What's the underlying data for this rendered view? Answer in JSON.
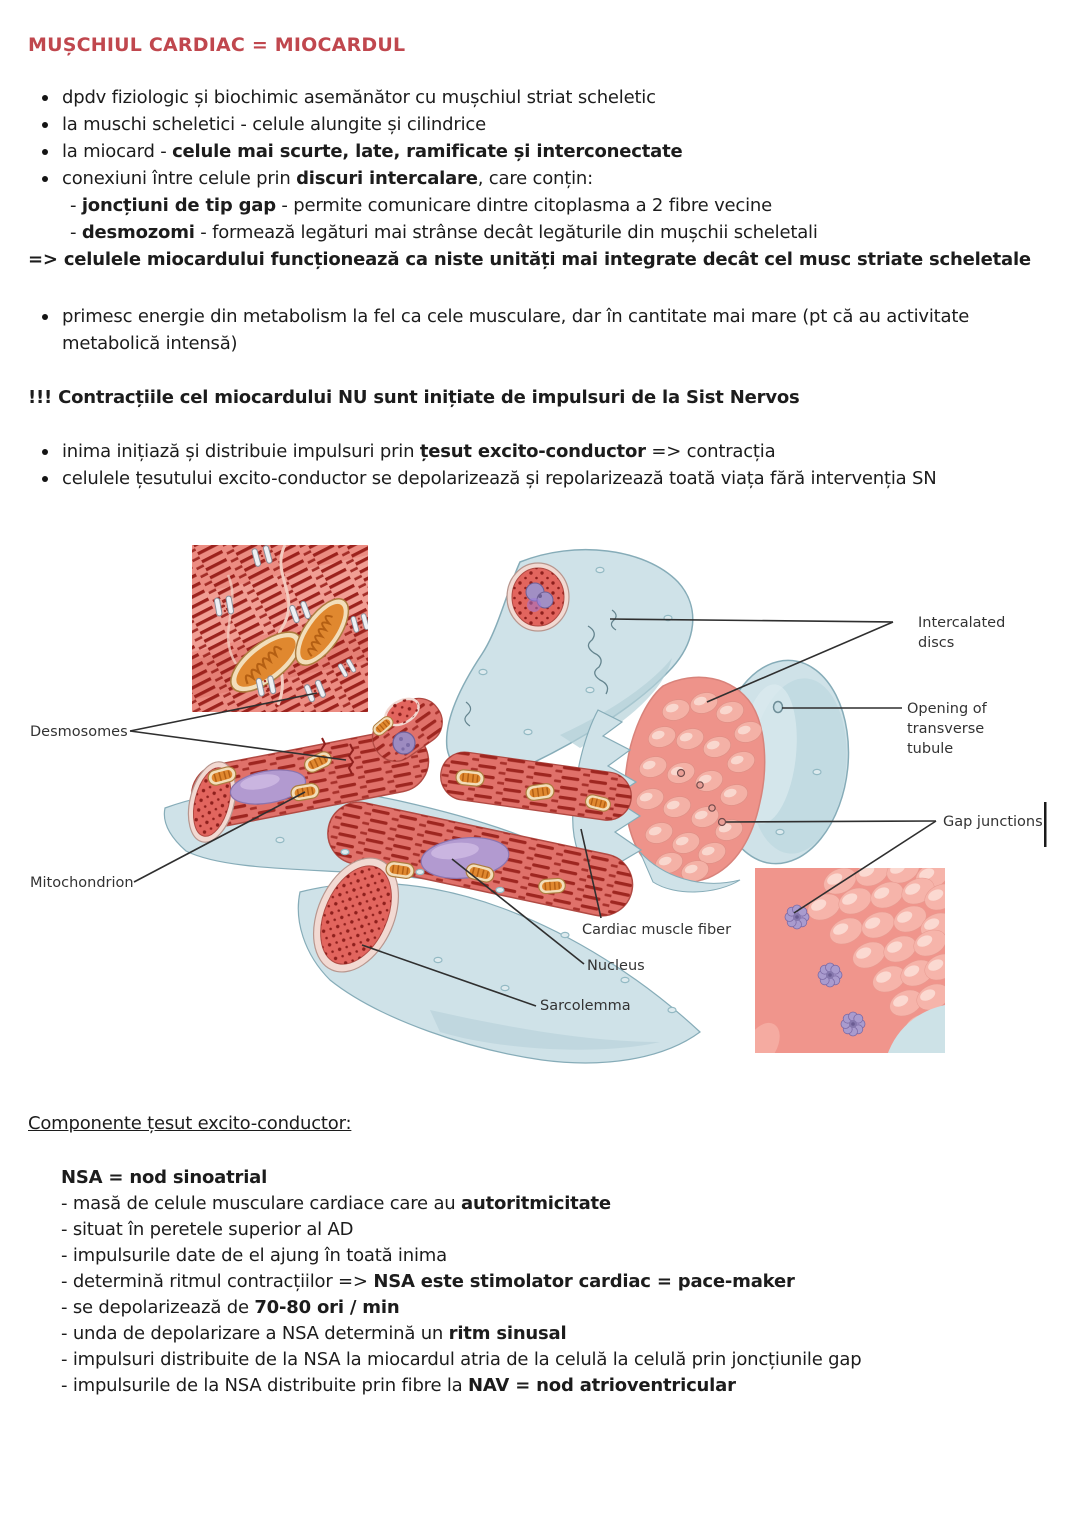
{
  "colors": {
    "title": "#c0474e",
    "leader_line": "#2f2f2f",
    "fiber_red": "#e0716a",
    "striation_red": "#9e2620",
    "sarcolemma_blue": "#cfe2e8",
    "nucleus_purple": "#b29ad0",
    "mitochondrion_orange": "#e0882f",
    "inset_pink": "#ec8c82"
  },
  "title": {
    "text": "MUȘCHIUL CARDIAC = MIOCARDUL"
  },
  "section1": {
    "items": [
      {
        "kind": "bullet",
        "segments": [
          {
            "t": "dpdv fiziologic și biochimic asemănător cu mușchiul striat scheletic"
          }
        ]
      },
      {
        "kind": "bullet",
        "segments": [
          {
            "t": "la muschi scheletici - celule alungite și cilindrice"
          }
        ]
      },
      {
        "kind": "bullet",
        "segments": [
          {
            "t": "la miocard - "
          },
          {
            "t": "celule mai scurte, late, ramificate și interconectate",
            "b": true
          }
        ]
      },
      {
        "kind": "bullet",
        "segments": [
          {
            "t": "conexiuni între celule prin "
          },
          {
            "t": "discuri intercalare",
            "b": true
          },
          {
            "t": ", care conțin:"
          }
        ]
      },
      {
        "kind": "sub",
        "segments": [
          {
            "t": "- "
          },
          {
            "t": "joncțiuni de tip gap",
            "b": true
          },
          {
            "t": " - permite comunicare dintre citoplasma a 2 fibre vecine"
          }
        ]
      },
      {
        "kind": "sub",
        "segments": [
          {
            "t": "- "
          },
          {
            "t": "desmozomi",
            "b": true
          },
          {
            "t": " - formează legături mai strânse decât legăturile din mușchii scheletali"
          }
        ]
      },
      {
        "kind": "conclusion",
        "segments": [
          {
            "t": "=> celulele miocardului funcționează ca niste unități mai integrate decât cel musc striate scheletale",
            "b": true
          }
        ]
      }
    ]
  },
  "section2": {
    "items": [
      {
        "kind": "bullet",
        "segments": [
          {
            "t": "primesc energie din metabolism la fel ca cele musculare, dar în cantitate mai mare (pt că au activitate metabolică intensă)"
          }
        ]
      }
    ]
  },
  "section3": {
    "items": [
      {
        "kind": "warning",
        "segments": [
          {
            "t": "!!! Contracțiile cel miocardului NU sunt inițiate de impulsuri de la Sist Nervos",
            "b": true
          }
        ]
      }
    ]
  },
  "section4": {
    "items": [
      {
        "kind": "bullet",
        "segments": [
          {
            "t": "inima inițiază și distribuie impulsuri prin "
          },
          {
            "t": "țesut excito-conductor",
            "b": true
          },
          {
            "t": " => contracția"
          }
        ]
      },
      {
        "kind": "bullet",
        "segments": [
          {
            "t": "celulele țesutului excito-conductor se depolarizează și repolarizează toată viața fără intervenția SN"
          }
        ]
      }
    ]
  },
  "section5": {
    "heading": {
      "segments": [
        {
          "t": "Componente țesut excito-conductor:"
        }
      ]
    },
    "items": [
      {
        "kind": "subhead",
        "segments": [
          {
            "t": "NSA = nod sinoatrial",
            "b": true
          }
        ]
      },
      {
        "kind": "dash",
        "segments": [
          {
            "t": "- masă de celule musculare cardiace care au "
          },
          {
            "t": "autoritmicitate",
            "b": true
          }
        ]
      },
      {
        "kind": "dash",
        "segments": [
          {
            "t": "- situat în peretele superior al AD"
          }
        ]
      },
      {
        "kind": "dash",
        "segments": [
          {
            "t": "- impulsurile date de el ajung în toată inima"
          }
        ]
      },
      {
        "kind": "dash",
        "segments": [
          {
            "t": "- determină ritmul contracțiilor => "
          },
          {
            "t": "NSA este stimolator cardiac = pace-maker",
            "b": true
          }
        ]
      },
      {
        "kind": "dash",
        "segments": [
          {
            "t": "- se depolarizează de "
          },
          {
            "t": "70-80 ori / min",
            "b": true
          }
        ]
      },
      {
        "kind": "dash",
        "segments": [
          {
            "t": "- unda de depolarizare a NSA determină un "
          },
          {
            "t": "ritm sinusal",
            "b": true
          }
        ]
      },
      {
        "kind": "dash",
        "segments": [
          {
            "t": "- impulsuri distribuite de la NSA la miocardul atria de la celulă la celulă prin joncțiunile gap"
          }
        ]
      },
      {
        "kind": "dash",
        "segments": [
          {
            "t": "- impulsurile de la NSA distribuite prin fibre la "
          },
          {
            "t": "NAV = nod atrioventricular",
            "b": true
          }
        ]
      }
    ]
  },
  "diagram": {
    "labels": {
      "desmosomes": "Desmosomes",
      "mitochondrion": "Mitochondrion",
      "intercalated_1": "Intercalated",
      "intercalated_2": "discs",
      "opening_1": "Opening of",
      "opening_2": "transverse",
      "opening_3": "tubule",
      "gap_junctions": "Gap junctions",
      "cardiac_fiber": "Cardiac muscle fiber",
      "nucleus": "Nucleus",
      "sarcolemma": "Sarcolemma"
    }
  }
}
